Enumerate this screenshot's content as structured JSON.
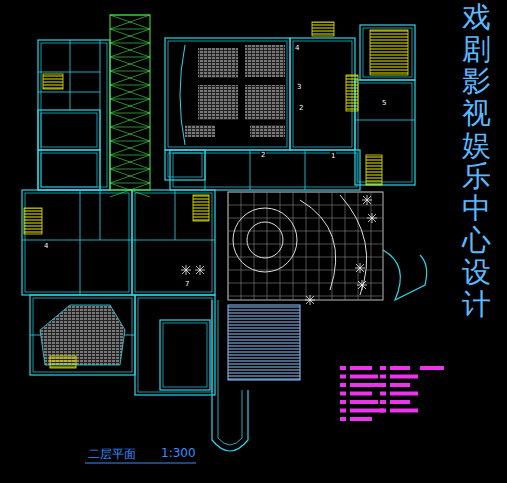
{
  "diagram": {
    "title": "戏剧影视娱乐中心设计",
    "caption": "二层平面",
    "labels": [
      "4",
      "3",
      "2",
      "5",
      "1",
      "2",
      "4",
      "7",
      "1:300"
    ]
  }
}
